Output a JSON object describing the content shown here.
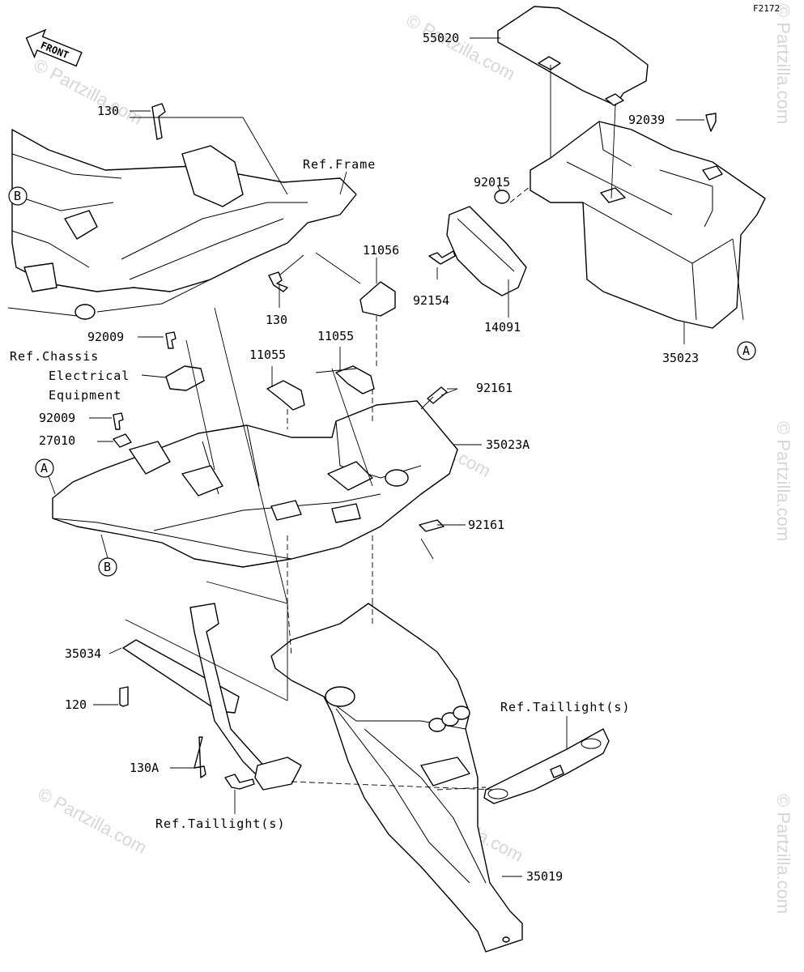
{
  "diagram_id": "F2172",
  "front_label": "FRONT",
  "watermarks": [
    "© Partzilla.com",
    "© Partzilla.com",
    "© Partzilla.com",
    "© Partzilla.com",
    "© Partzilla.com",
    "© Partzilla.com",
    "© Partzilla.com",
    "© Partzilla.com"
  ],
  "parts": {
    "p55020": "55020",
    "p130_top": "130",
    "p92039": "92039",
    "p92015": "92015",
    "p11056": "11056",
    "p130_mid": "130",
    "p92154": "92154",
    "p14091": "14091",
    "p35023": "35023",
    "p92009_a": "92009",
    "p11055_a": "11055",
    "p11055_b": "11055",
    "p92161_a": "92161",
    "p92009_b": "92009",
    "p27010": "27010",
    "p35023A": "35023A",
    "p92161_b": "92161",
    "p35034": "35034",
    "p120": "120",
    "p130A": "130A",
    "p35019": "35019"
  },
  "refs": {
    "frame": "Ref.Frame",
    "chassis_1": "Ref.Chassis",
    "chassis_2": "Electrical",
    "chassis_3": "Equipment",
    "taillight_right": "Ref.Taillight(s)",
    "taillight_bottom": "Ref.Taillight(s)"
  },
  "callouts": {
    "a_upper": "A",
    "a_lower": "A",
    "b_upper": "B",
    "b_lower": "B"
  }
}
